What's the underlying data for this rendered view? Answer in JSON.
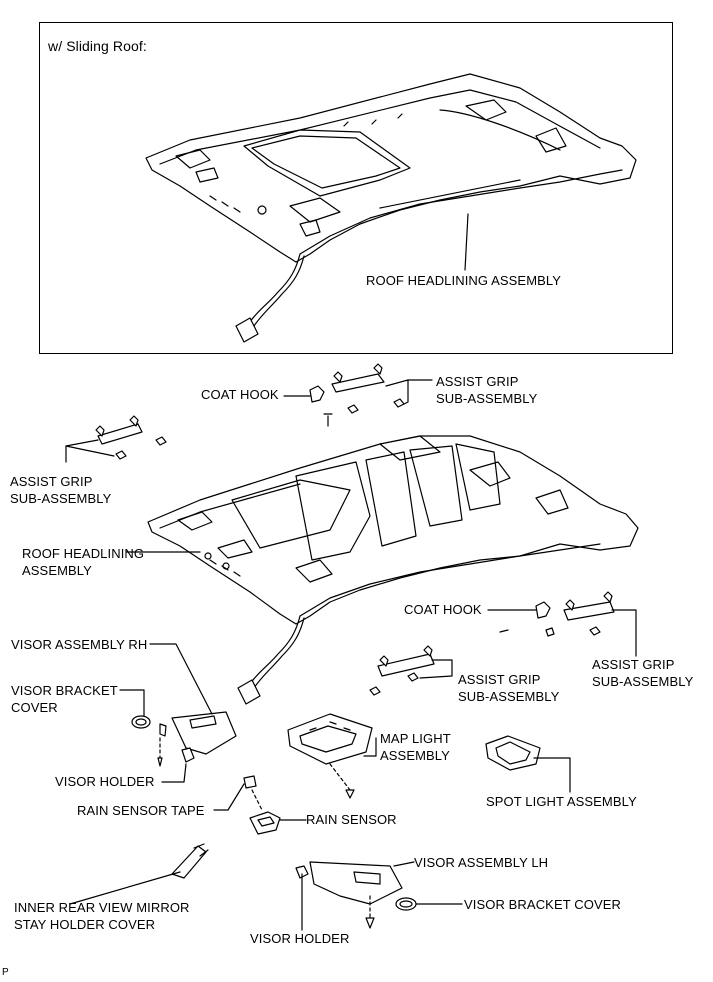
{
  "inset": {
    "title": "w/ Sliding Roof:",
    "roof_label": "ROOF HEADLINING ASSEMBLY"
  },
  "labels": {
    "coat_hook_top": "COAT HOOK",
    "assist_grip_top": "ASSIST GRIP\nSUB-ASSEMBLY",
    "assist_grip_left": "ASSIST GRIP\nSUB-ASSEMBLY",
    "roof_headlining": "ROOF HEADLINING\nASSEMBLY",
    "coat_hook_right": "COAT HOOK",
    "assist_grip_right": "ASSIST GRIP\nSUB-ASSEMBLY",
    "assist_grip_mid": "ASSIST GRIP\nSUB-ASSEMBLY",
    "visor_assembly_rh": "VISOR ASSEMBLY RH",
    "visor_bracket_cover_left": "VISOR BRACKET\nCOVER",
    "visor_holder_left": "VISOR HOLDER",
    "rain_sensor_tape": "RAIN SENSOR TAPE",
    "map_light": "MAP LIGHT\nASSEMBLY",
    "rain_sensor": "RAIN SENSOR",
    "spot_light": "SPOT LIGHT ASSEMBLY",
    "visor_assembly_lh": "VISOR ASSEMBLY LH",
    "visor_bracket_cover_right": "VISOR BRACKET COVER",
    "inner_mirror_cover": "INNER REAR VIEW MIRROR\nSTAY HOLDER COVER",
    "visor_holder_bottom": "VISOR HOLDER"
  },
  "corner_mark": "P"
}
